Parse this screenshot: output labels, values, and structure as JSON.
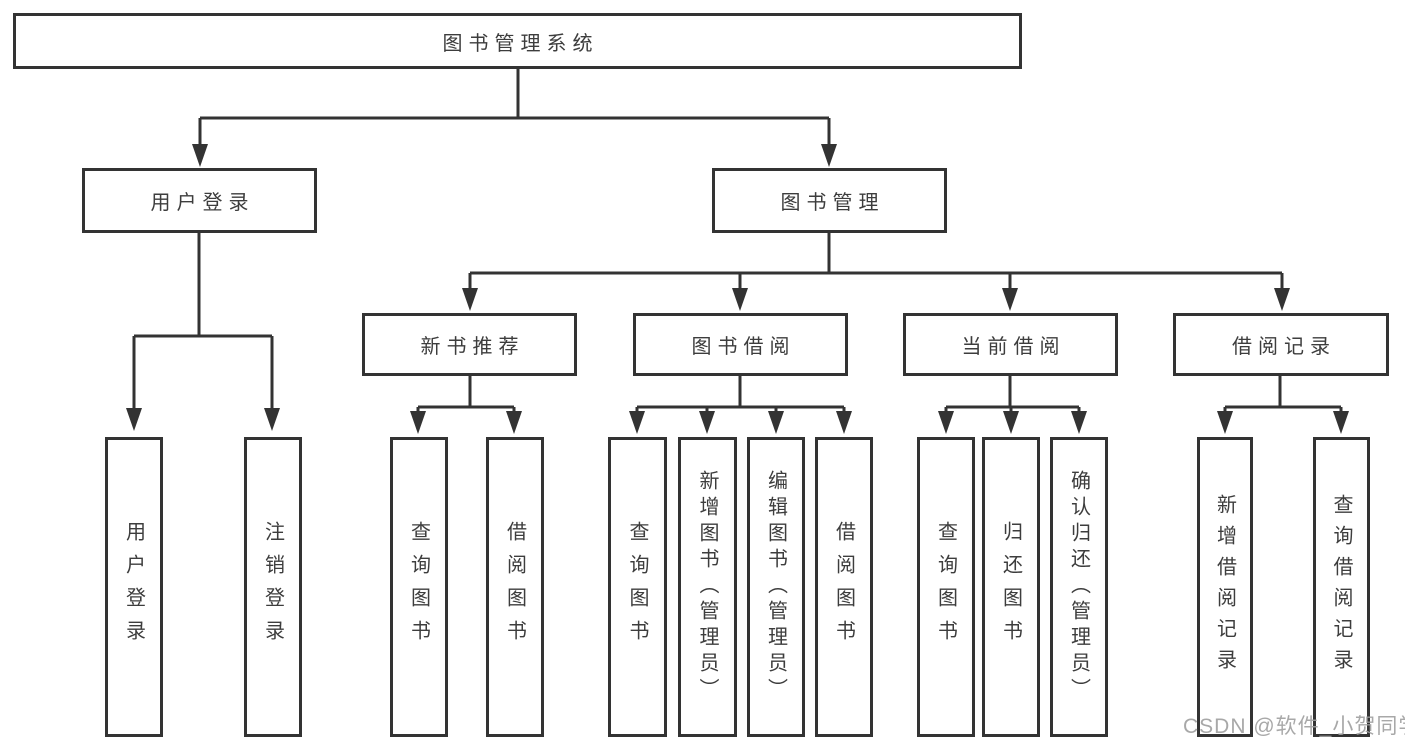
{
  "tree": {
    "label": "图书管理系统",
    "children": [
      {
        "label": "用户登录",
        "children": [
          {
            "label": "用户登录"
          },
          {
            "label": "注销登录"
          }
        ]
      },
      {
        "label": "图书管理",
        "children": [
          {
            "label": "新书推荐",
            "children": [
              {
                "label": "查询图书"
              },
              {
                "label": "借阅图书"
              }
            ]
          },
          {
            "label": "图书借阅",
            "children": [
              {
                "label": "查询图书"
              },
              {
                "label": "新增图书（管理员）"
              },
              {
                "label": "编辑图书（管理员）"
              },
              {
                "label": "借阅图书"
              }
            ]
          },
          {
            "label": "当前借阅",
            "children": [
              {
                "label": "查询图书"
              },
              {
                "label": "归还图书"
              },
              {
                "label": "确认归还（管理员）"
              }
            ]
          },
          {
            "label": "借阅记录",
            "children": [
              {
                "label": "新增借阅记录"
              },
              {
                "label": "查询借阅记录"
              }
            ]
          }
        ]
      }
    ]
  },
  "watermark": {
    "text": "CSDN @软件_小贺同学"
  },
  "colors": {
    "line": "#333333",
    "node_border": "#333333",
    "node_text": "#3d3d3d",
    "watermark": "#9e9e9e",
    "background": "#ffffff"
  }
}
